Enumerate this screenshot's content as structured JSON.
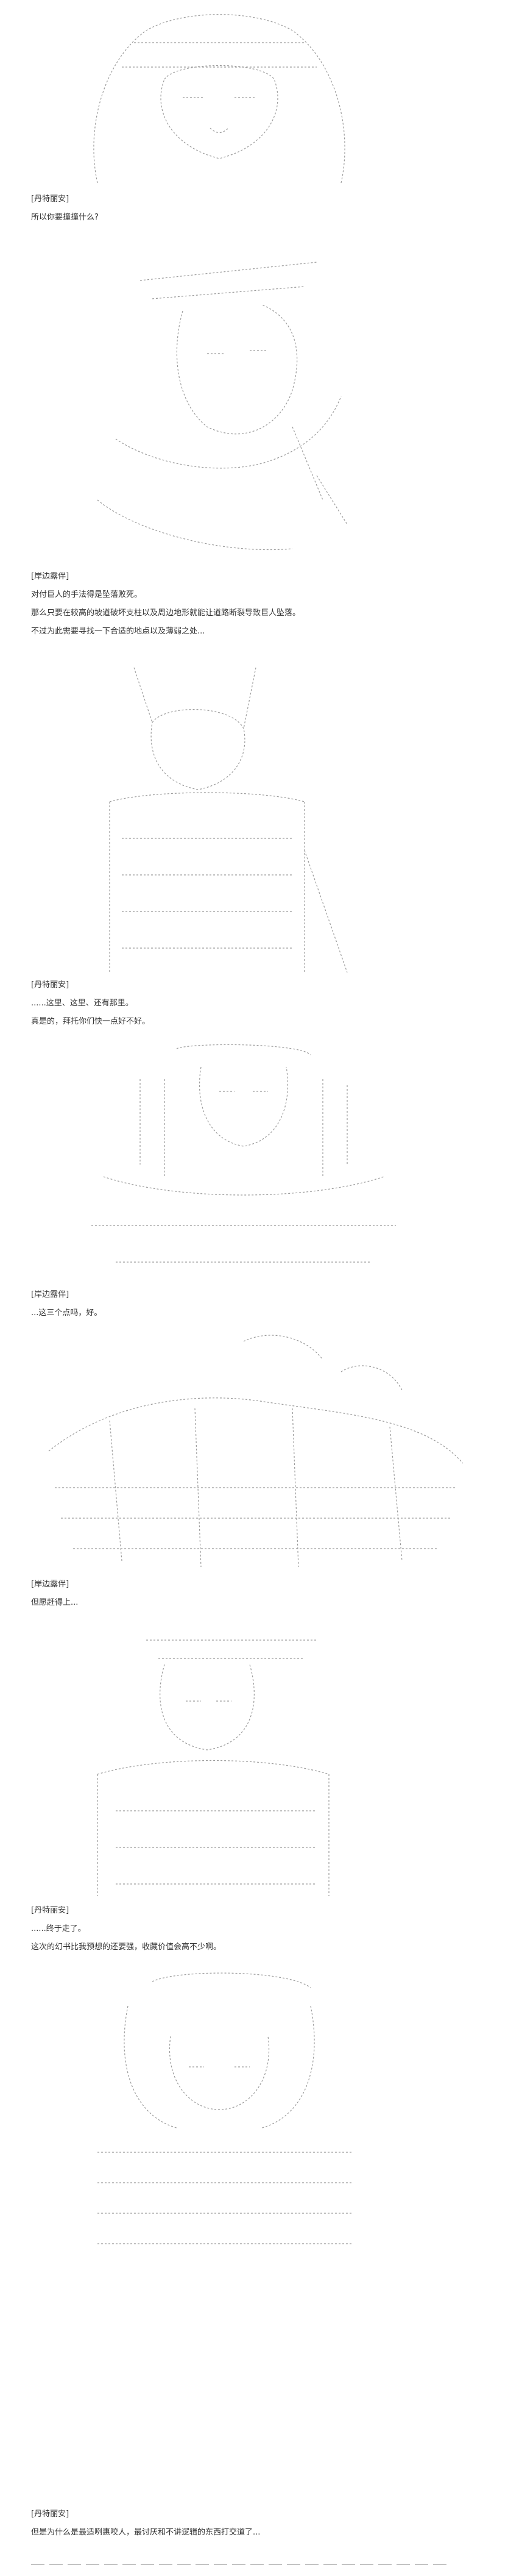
{
  "panels": [
    {
      "speaker": "[丹特丽安]",
      "lines": [
        "所以你要撞撞什么?"
      ]
    },
    {
      "speaker": "[岸边露伴]",
      "lines": [
        "对付巨人的手法得是坠落败死。",
        "那么只要在较高的坡道破坏支柱以及周边地形就能让道路断裂导致巨人坠落。",
        "不过为此需要寻找一下合适的地点以及薄弱之处..."
      ]
    },
    {
      "speaker": "[丹特丽安]",
      "lines": [
        "......这里、这里、还有那里。",
        "真是的，拜托你们快一点好不好。"
      ]
    },
    {
      "speaker": "[岸边露伴]",
      "lines": [
        "...这三个点吗，好。"
      ]
    },
    {
      "speaker": "[岸边露伴]",
      "lines": [
        "但愿赶得上..."
      ]
    },
    {
      "speaker": "[丹特丽安]",
      "lines": [
        "......终于走了。",
        "这次的幻书比我预想的还要强，收藏价值会高不少啊。"
      ]
    },
    {
      "speaker": "[丹特丽安]",
      "lines": [
        "但是为什么是最适咧惠咬人，最讨厌和不讲逻辑的东西打交道了..."
      ]
    }
  ],
  "colors": {
    "text": "#333333",
    "art": "#8c8c8c",
    "background": "#ffffff"
  }
}
